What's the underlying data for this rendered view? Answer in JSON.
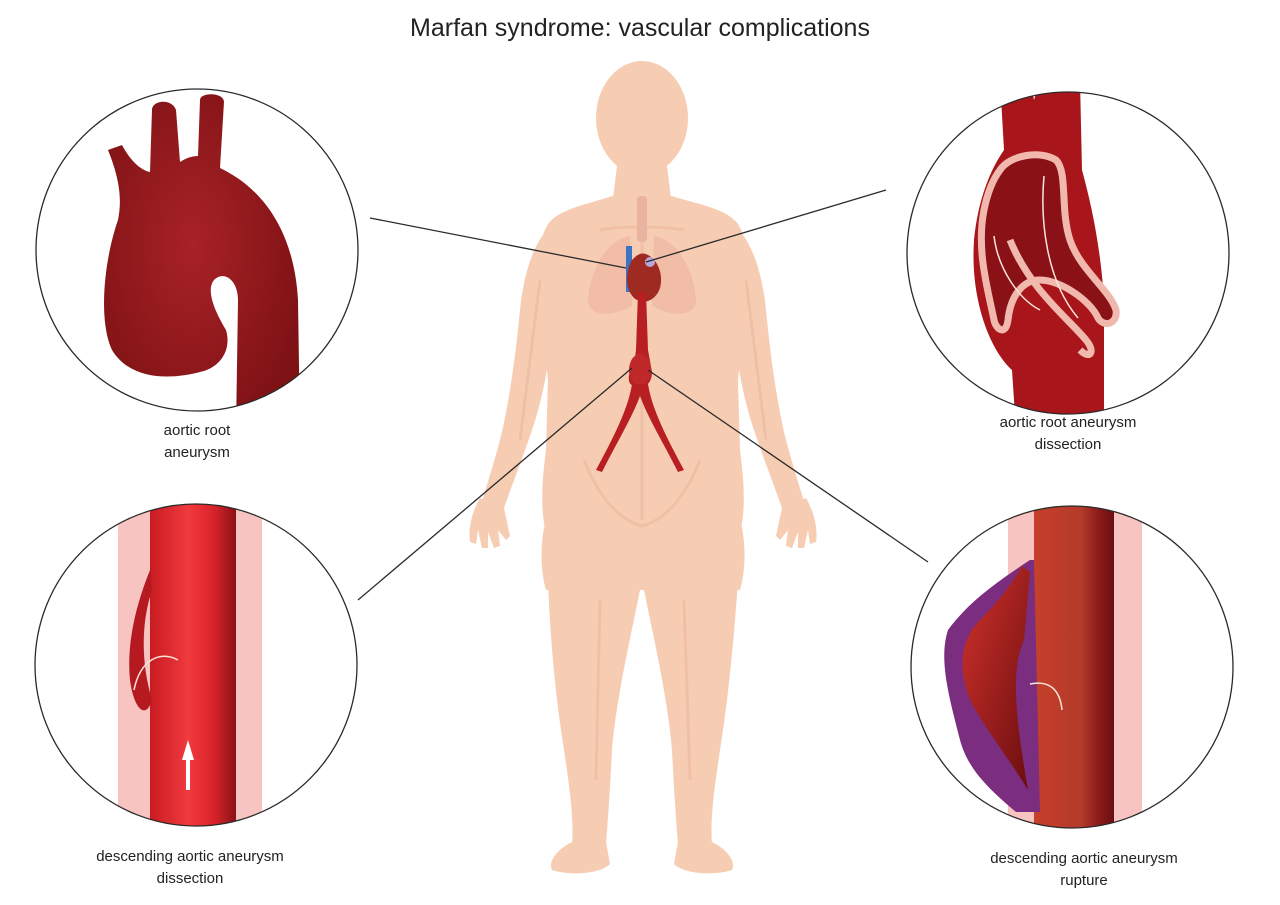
{
  "title": "Marfan syndrome: vascular complications",
  "colors": {
    "skin": "#f6cdb3",
    "aorta_dark": "#8f1417",
    "aorta": "#b51f23",
    "aorta_bright": "#e0262c",
    "lining": "#f4b8b2",
    "hematoma": "#7b2d7f",
    "outline": "#2a2a2a"
  },
  "panels": [
    {
      "id": "aortic-root-aneurysm",
      "label_lines": [
        "aortic root",
        "aneurysm"
      ]
    },
    {
      "id": "aortic-root-aneurysm-dissection",
      "label_lines": [
        "aortic root aneurysm",
        "dissection"
      ]
    },
    {
      "id": "descending-aortic-aneurysm-dissection",
      "label_lines": [
        "descending aortic aneurysm",
        "dissection"
      ]
    },
    {
      "id": "descending-aortic-aneurysm-rupture",
      "label_lines": [
        "descending aortic  aneurysm",
        "rupture"
      ]
    }
  ]
}
